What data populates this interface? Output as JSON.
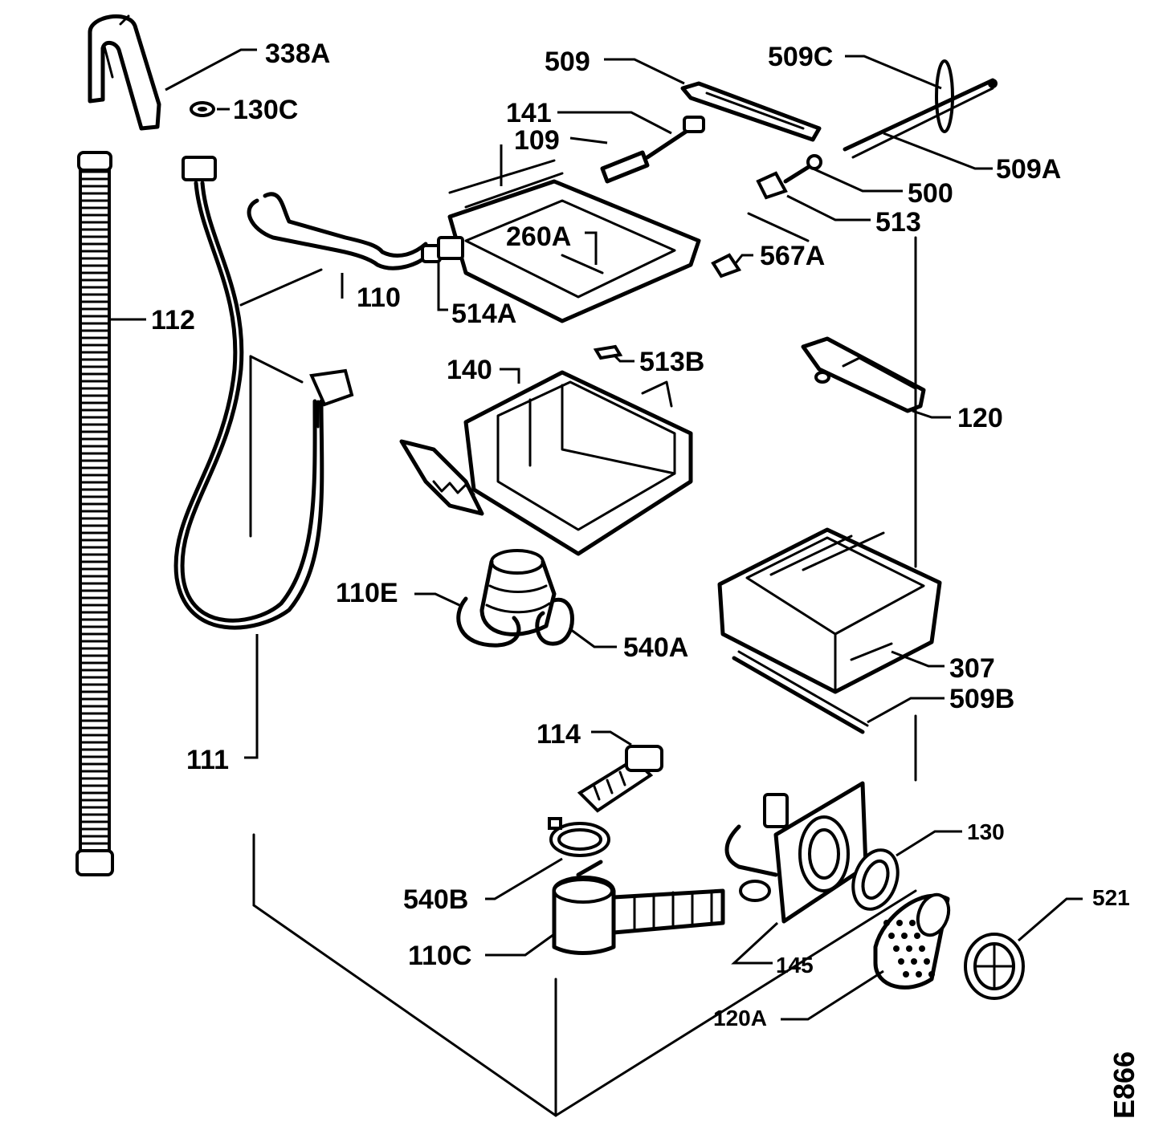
{
  "labels": {
    "p338A": "338A",
    "p130C": "130C",
    "p509": "509",
    "p509C": "509C",
    "p141": "141",
    "p109": "109",
    "p509A": "509A",
    "p500": "500",
    "p513": "513",
    "p260A": "260A",
    "p567A": "567A",
    "p110": "110",
    "p514A": "514A",
    "p112": "112",
    "p513B": "513B",
    "p140": "140",
    "p120": "120",
    "p110E": "110E",
    "p540A": "540A",
    "p307": "307",
    "p509B": "509B",
    "p111": "111",
    "p114": "114",
    "p130": "130",
    "p521": "521",
    "p540B": "540B",
    "p110C": "110C",
    "p145": "145",
    "p120A": "120A"
  },
  "diagram_code": "E866"
}
